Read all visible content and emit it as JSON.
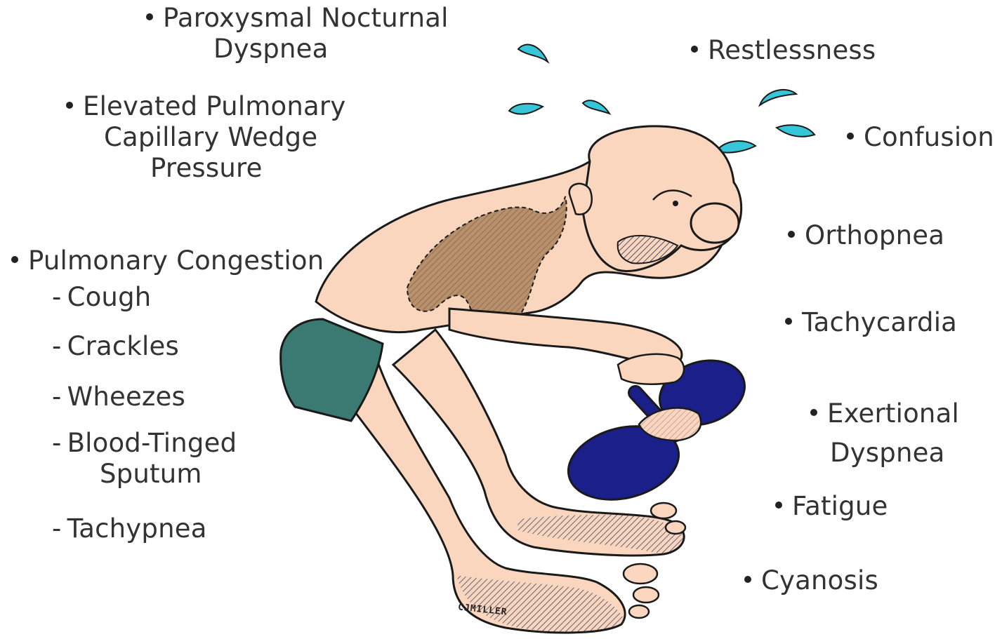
{
  "left_symptoms": {
    "pnd": {
      "line1": "Paroxysmal Nocturnal",
      "line2": "Dyspnea"
    },
    "pcwp": {
      "line1": "Elevated Pulmonary",
      "line2": "Capillary Wedge",
      "line3": "Pressure"
    },
    "congestion": {
      "title": "Pulmonary Congestion",
      "items": [
        {
          "line1": "Cough"
        },
        {
          "line1": "Crackles"
        },
        {
          "line1": "Wheezes"
        },
        {
          "line1": "Blood-Tinged",
          "line2": "Sputum"
        },
        {
          "line1": "Tachypnea"
        }
      ]
    }
  },
  "right_symptoms": {
    "restlessness": "Restlessness",
    "confusion": "Confusion",
    "orthopnea": "Orthopnea",
    "tachycardia": "Tachycardia",
    "exertional": {
      "line1": "Exertional",
      "line2": "Dyspnea"
    },
    "fatigue": "Fatigue",
    "cyanosis": "Cyanosis"
  },
  "signature": "CJMILLER",
  "colors": {
    "skin": "#fbd6bf",
    "lung": "#b8906c",
    "shorts": "#3a7a72",
    "dumbbell": "#1a1f8a",
    "sweat": "#37c6d8",
    "cyanosis": "#4a6a95",
    "outline": "#1a1a1a"
  }
}
